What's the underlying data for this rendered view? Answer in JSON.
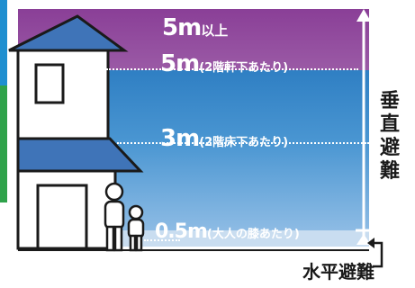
{
  "levels": {
    "top": {
      "value": "5m",
      "suffix": "以上"
    },
    "eaves": {
      "value": "5m",
      "note": "(2階軒下あたり)"
    },
    "second_floor": {
      "value": "3m",
      "note": "(2階床下あたり)"
    },
    "knee": {
      "value": "0.5m",
      "note": "(大人の膝あたり)"
    }
  },
  "arrows": {
    "vertical_label": [
      "垂",
      "直",
      "避",
      "難"
    ],
    "horizontal_label": "水平避難"
  },
  "colors": {
    "purple": "#8a3f97",
    "blue": "#2f7fc3",
    "light_blue": "#c9ddf0",
    "house_fill": "#ffffff",
    "outline": "#1a1a1a"
  }
}
